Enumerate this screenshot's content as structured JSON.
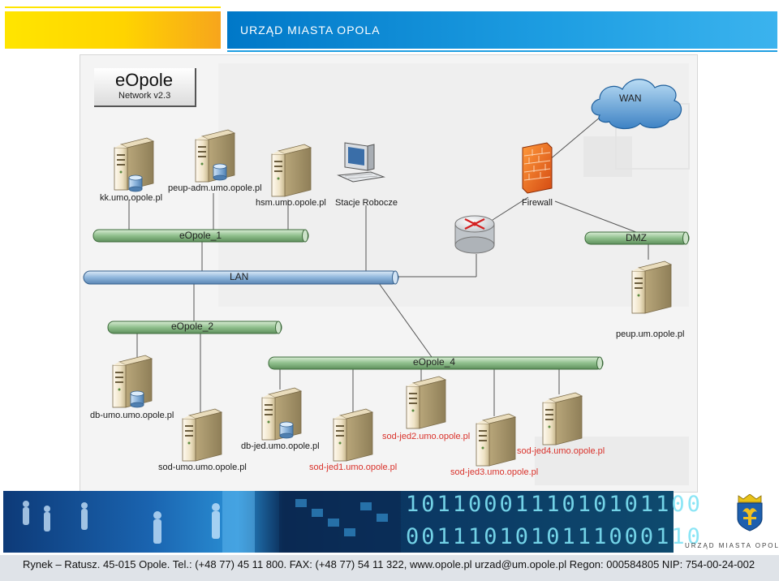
{
  "header": {
    "title": "URZĄD MIASTA OPOLA"
  },
  "logo": {
    "title": "eOpole",
    "subtitle": "Network v2.3"
  },
  "networks": {
    "eopole_1": "eOpole_1",
    "lan": "LAN",
    "dmz": "DMZ",
    "eopole_2": "eOpole_2",
    "eopole_4": "eOpole_4",
    "wan": "WAN"
  },
  "nodes": {
    "kk": "kk.umo.opole.pl",
    "peup_adm": "peup-adm.umo.opole.pl",
    "hsm": "hsm.umo.opole.pl",
    "stacje": "Stacje Robocze",
    "firewall": "Firewall",
    "peup_um": "peup.um.opole.pl",
    "db_umo": "db-umo.umo.opole.pl",
    "sod_umo": "sod-umo.umo.opole.pl",
    "db_jed": "db-jed.umo.opole.pl",
    "sod_jed1": "sod-jed1.umo.opole.pl",
    "sod_jed2": "sod-jed2.umo.opole.pl",
    "sod_jed3": "sod-jed3.umo.opole.pl",
    "sod_jed4": "sod-jed4.umo.opole.pl"
  },
  "footer": {
    "binary_row1": "1011000111010101100",
    "binary_row2": "0011101010111000110",
    "city_name": "URZĄD MIASTA OPOLA",
    "contact": "Rynek – Ratusz. 45-015 Opole. Tel.: (+48 77) 45 11 800. FAX: (+48 77) 54 11 322, www.opole.pl  urzad@um.opole.pl   Regon: 000584805   NIP: 754-00-24-002"
  },
  "colors": {
    "header_blue": "#1e9ee2",
    "header_yellow": "#ffd400",
    "bus_green": "#8fbf8c",
    "bus_blue": "#8fb6dc",
    "label_red": "#d9322b"
  }
}
